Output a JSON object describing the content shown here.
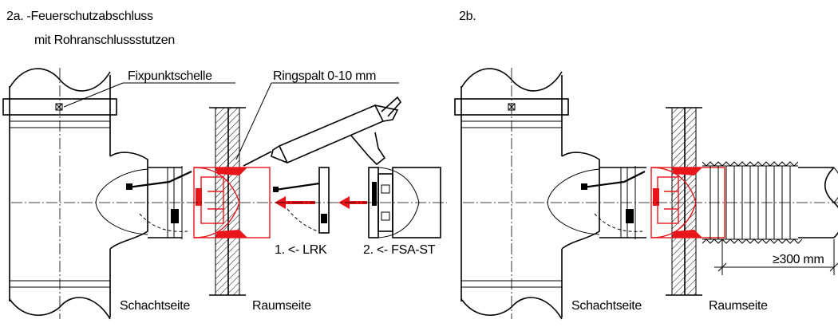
{
  "diagram": {
    "left": {
      "title_line1": "2a. -Feuerschutzabschluss",
      "title_line2": "mit Rohranschlussstutzen",
      "label_fixpunkt": "Fixpunktschelle",
      "label_ringspalt": "Ringspalt 0-10 mm",
      "label_step1": "1. <- LRK",
      "label_step2": "2. <- FSA-ST",
      "label_schacht": "Schachtseite",
      "label_raum": "Raumseite"
    },
    "right": {
      "title": "2b.",
      "label_dimension": "≥300 mm",
      "label_schacht": "Schachtseite",
      "label_raum": "Raumseite"
    },
    "colors": {
      "line": "#000000",
      "accent_red": "#e8161b",
      "background": "#ffffff"
    }
  }
}
